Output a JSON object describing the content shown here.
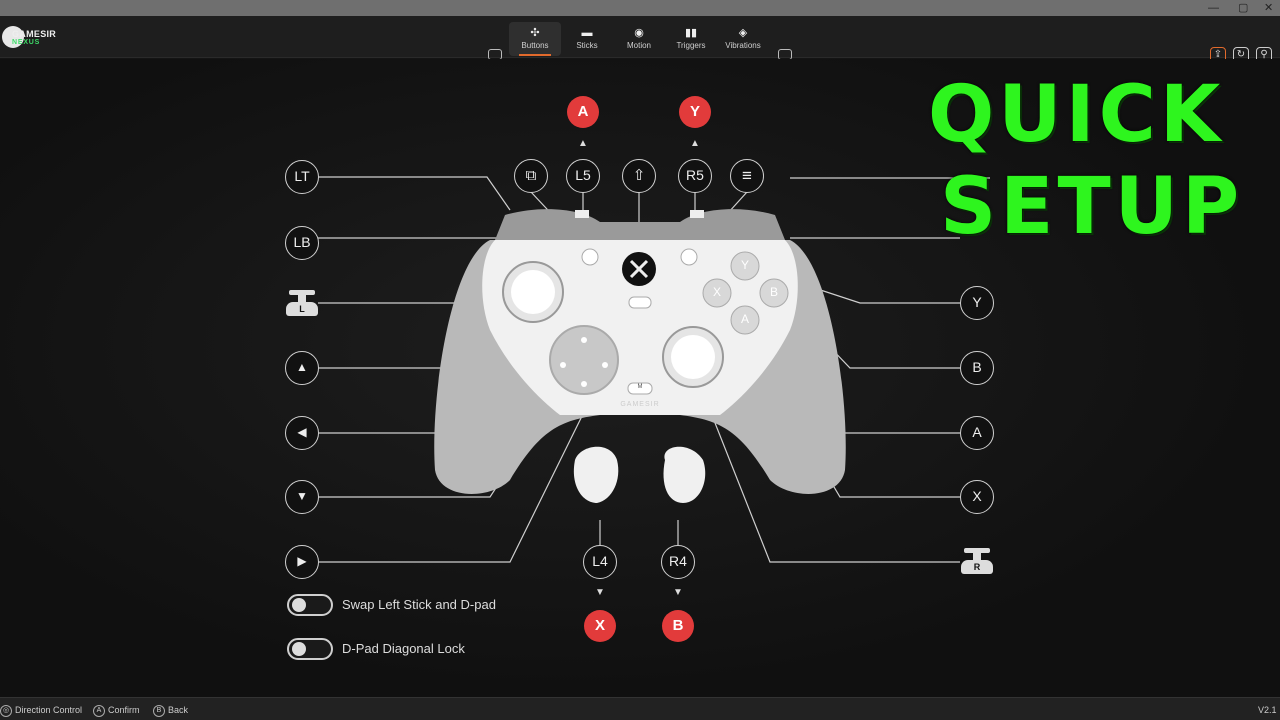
{
  "app": {
    "logo_line1": "GAMESIR",
    "logo_line2": "NEXUS",
    "version": "V2.1"
  },
  "window_controls": {
    "minimize": "—",
    "maximize": "▢",
    "close": "✕"
  },
  "tabs": [
    {
      "label": "Buttons",
      "icon": "gamepad-buttons-icon",
      "glyph": "✣",
      "active": true
    },
    {
      "label": "Sticks",
      "icon": "joystick-icon",
      "glyph": "▬",
      "active": false
    },
    {
      "label": "Motion",
      "icon": "gyro-icon",
      "glyph": "◉",
      "active": false
    },
    {
      "label": "Triggers",
      "icon": "trigger-icon",
      "glyph": "▮▮",
      "active": false
    },
    {
      "label": "Vibrations",
      "icon": "vibration-icon",
      "glyph": "◈",
      "active": false
    }
  ],
  "right_actions": [
    {
      "icon": "export-icon",
      "glyph": "⇪"
    },
    {
      "icon": "reset-icon",
      "glyph": "↻"
    },
    {
      "icon": "profile-icon",
      "glyph": "⚲"
    }
  ],
  "mapping_left": {
    "lt": "LT",
    "lb": "LB",
    "left_stick_icon": "left-stick-click-icon",
    "left_stick_letter": "L",
    "dpad_up": "▲",
    "dpad_left": "◀",
    "dpad_down": "▼",
    "dpad_right": "▶"
  },
  "mapping_right": {
    "y": "Y",
    "b": "B",
    "a": "A",
    "x": "X",
    "right_stick_icon": "right-stick-click-icon",
    "right_stick_letter": "R"
  },
  "mapping_top": {
    "view_icon": "view-icon",
    "view_glyph": "⧉",
    "l5": "L5",
    "share_icon": "share-icon",
    "share_glyph": "⇧",
    "r5": "R5",
    "menu_icon": "menu-icon",
    "menu_glyph": "≡",
    "l5_assigned": "A",
    "r5_assigned": "Y"
  },
  "mapping_bottom": {
    "l4": "L4",
    "r4": "R4",
    "l4_assigned": "X",
    "r4_assigned": "B"
  },
  "arrows": {
    "up": "▲",
    "down": "▼"
  },
  "controller": {
    "face_y": "Y",
    "face_b": "B",
    "face_a": "A",
    "face_x": "X",
    "brand": "GAMESIR",
    "m_label": "M"
  },
  "options": {
    "swap_label": "Swap Left Stick and D-pad",
    "swap_on": false,
    "diagonal_label": "D-Pad Diagonal Lock",
    "diagonal_on": false
  },
  "overlay": {
    "line1": "QUICK",
    "line2": "SETUP"
  },
  "bottom_hints": [
    {
      "key": "◎",
      "label": "Direction Control"
    },
    {
      "key": "A",
      "label": "Confirm"
    },
    {
      "key": "B",
      "label": "Back"
    }
  ],
  "colors": {
    "accent": "#e26a2c",
    "assigned": "#e23b3b",
    "overlay_text": "#2ef51e"
  }
}
